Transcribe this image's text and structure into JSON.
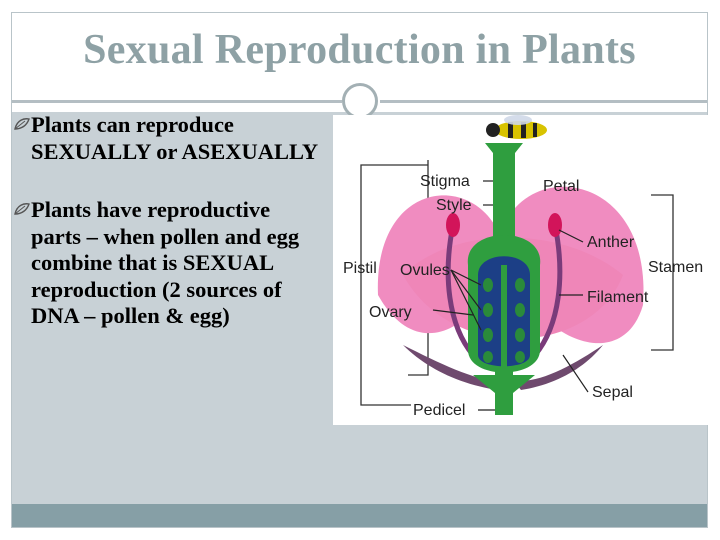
{
  "slide": {
    "title": "Sexual Reproduction in Plants",
    "bullets": [
      {
        "text": "Plants can reproduce SEXUALLY or ASEXUALLY",
        "icon": "leaf-bullet-icon"
      },
      {
        "text": "Plants have reproductive parts – when pollen and egg combine that is SEXUAL reproduction (2 sources of DNA – pollen & egg)",
        "icon": "leaf-bullet-icon"
      }
    ]
  },
  "diagram": {
    "labels": {
      "stigma": "Stigma",
      "style": "Style",
      "petal": "Petal",
      "anther": "Anther",
      "stamen": "Stamen",
      "pistil": "Pistil",
      "ovules": "Ovules",
      "filament": "Filament",
      "ovary": "Ovary",
      "sepal": "Sepal",
      "pedicel": "Pedicel"
    }
  },
  "colors": {
    "title": "#8ea1a5",
    "panel": "#c8d1d6",
    "footer": "#869fa6",
    "petal": "#f08cc0",
    "stem": "#2f9e3f",
    "ovule": "#1c3f86"
  }
}
